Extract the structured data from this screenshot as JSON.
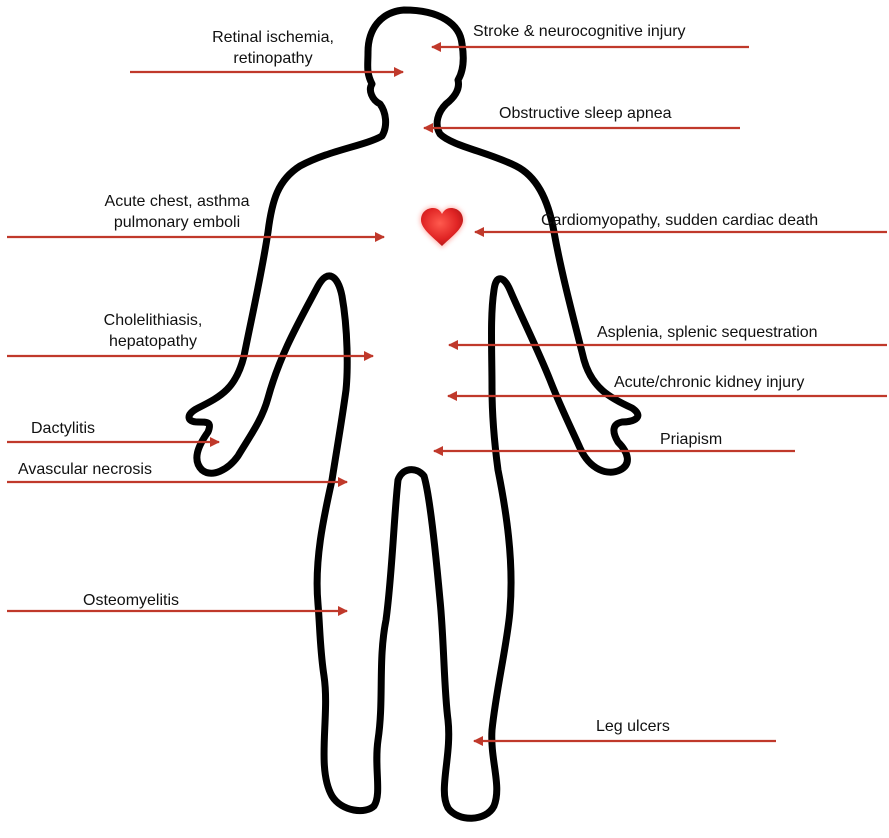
{
  "colors": {
    "arrow": "#c0392b",
    "outline": "#000000",
    "heart": "#e02424",
    "background": "#ffffff"
  },
  "labels": {
    "retinal": [
      "Retinal ischemia,",
      "retinopathy"
    ],
    "stroke": "Stroke & neurocognitive injury",
    "osa": "Obstructive sleep apnea",
    "acute_chest": [
      "Acute chest, asthma",
      "pulmonary emboli"
    ],
    "cardio": "Cardiomyopathy, sudden cardiac death",
    "chole": [
      "Cholelithiasis,",
      "hepatopathy"
    ],
    "asplenia": "Asplenia, splenic sequestration",
    "kidney": "Acute/chronic kidney injury",
    "dactylitis": "Dactylitis",
    "priapism": "Priapism",
    "avn": "Avascular necrosis",
    "osteo": "Osteomyelitis",
    "leg_ulcers": "Leg ulcers"
  },
  "icons": {
    "heart": "heart-icon",
    "body": "human-body-outline"
  }
}
